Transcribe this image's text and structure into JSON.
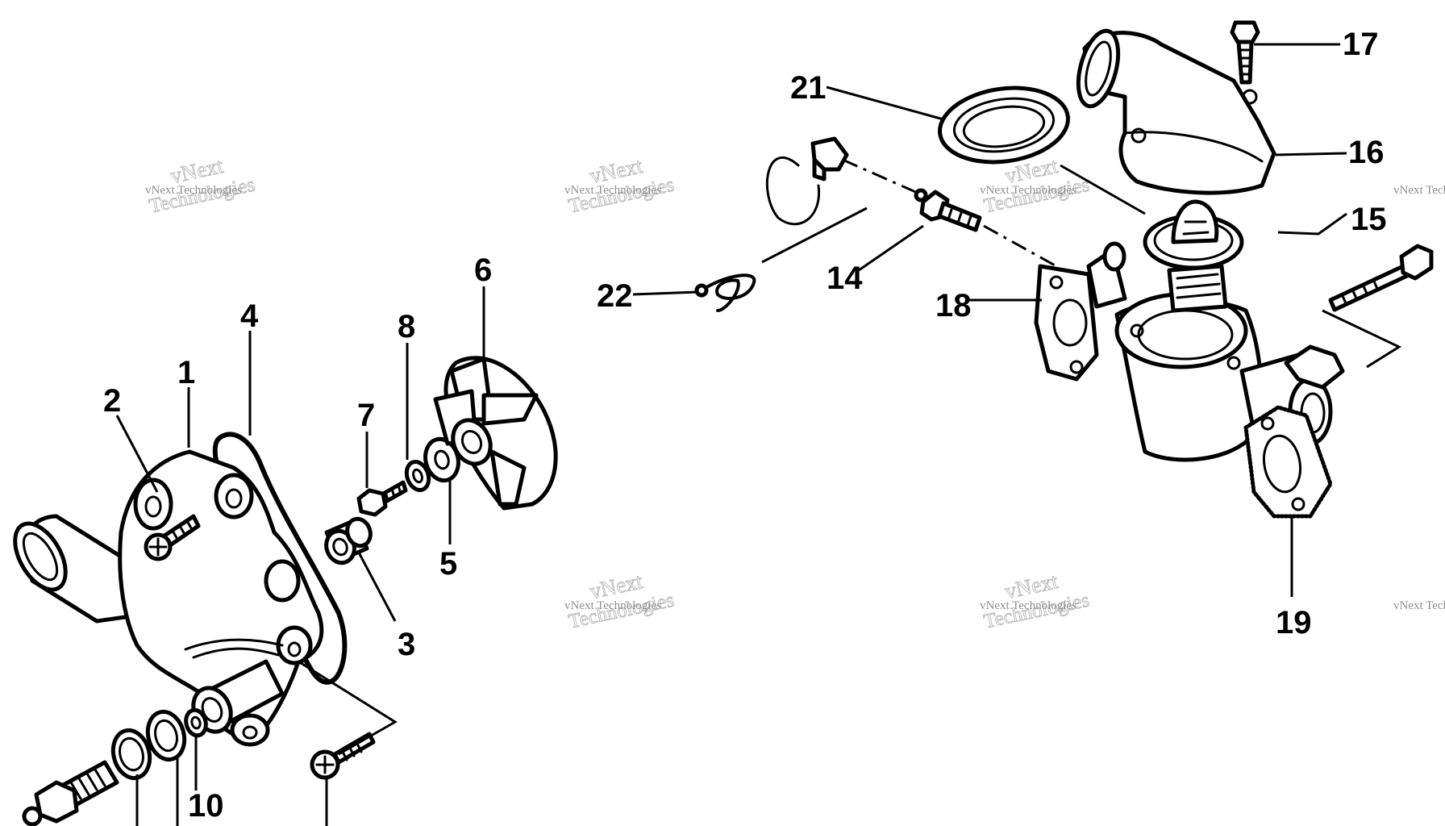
{
  "callouts": {
    "c1": "1",
    "c2": "2",
    "c3": "3",
    "c4": "4",
    "c5": "5",
    "c6": "6",
    "c7": "7",
    "c8": "8",
    "c10": "10",
    "c14": "14",
    "c15": "15",
    "c16": "16",
    "c17": "17",
    "c18": "18",
    "c19": "19",
    "c21": "21",
    "c22": "22"
  },
  "watermark": {
    "line1": "vNext Technologies",
    "line2": "vNext",
    "line3": "Technologies"
  },
  "colors": {
    "ink": "#000000",
    "watermark": "#bdbdbd",
    "background": "#ffffff"
  }
}
